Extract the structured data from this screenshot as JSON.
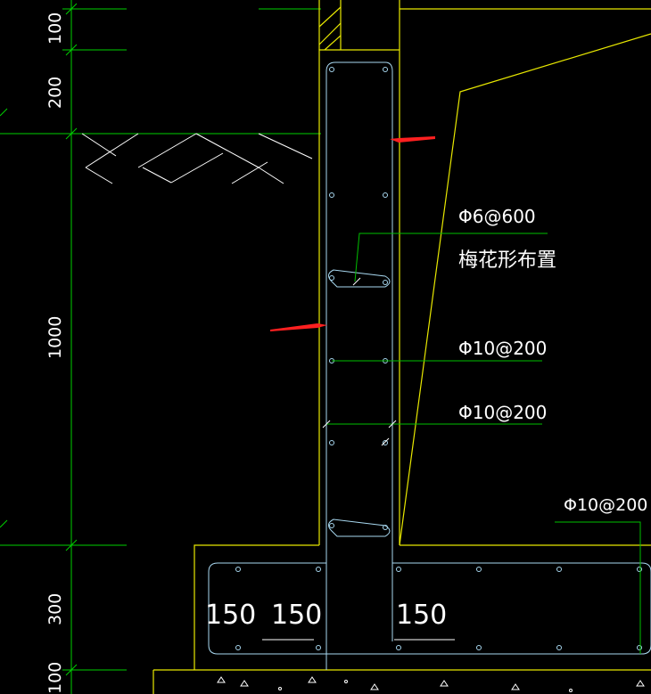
{
  "colors": {
    "background": "#000000",
    "dimension_line": "#00d000",
    "concrete_outline": "#e8e800",
    "rebar": "#a8d8f0",
    "leader": "#00c000",
    "text": "#ffffff",
    "arrow_marker": "#ff2020",
    "hatch": "#ffffff"
  },
  "vertical_dimensions": [
    {
      "label": "100"
    },
    {
      "label": "200"
    },
    {
      "label": "1000"
    },
    {
      "label": "300"
    },
    {
      "label": "100"
    }
  ],
  "bottom_dimensions": [
    {
      "label": "150"
    },
    {
      "label": "150"
    },
    {
      "label": "150"
    }
  ],
  "rebar_labels": {
    "tie": "Φ6@600",
    "tie_note": "梅花形布置",
    "inner_vertical": "Φ10@200",
    "outer_vertical": "Φ10@200",
    "base_slab": "Φ10@200"
  }
}
